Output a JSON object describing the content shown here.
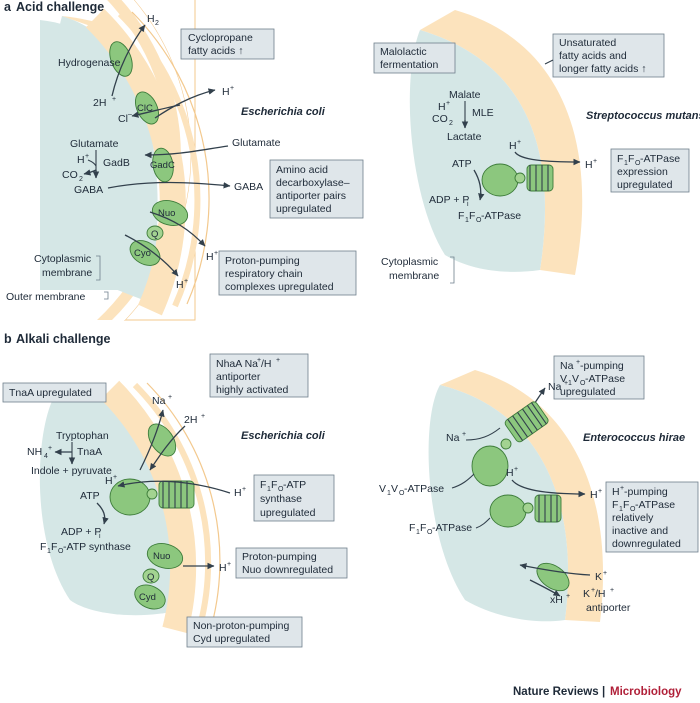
{
  "sections": {
    "acid": {
      "letter": "a",
      "title": "Acid challenge"
    },
    "alkali": {
      "letter": "b",
      "title": "Alkali challenge"
    }
  },
  "organisms": {
    "ecoli": "Escherichia coli",
    "smutans": "Streptococcus mutans",
    "ehirae": "Enterococcus hirae"
  },
  "acid_ecoli": {
    "h2": "H",
    "h2_sub": "2",
    "hydrogenase": "Hydrogenase",
    "two_h": "2H",
    "plus": "+",
    "cl": "Cl",
    "minus": "–",
    "clc": "ClC",
    "hplus": "H",
    "glutamate_in": "Glutamate",
    "glutamate_out": "Glutamate",
    "h_gadb": "H",
    "gadb": "GadB",
    "co2": "CO",
    "co2_sub": "2",
    "gaba_in": "GABA",
    "gaba_out": "GABA",
    "gadc": "GadC",
    "nuo": "Nuo",
    "q": "Q",
    "cyo": "Cyo",
    "h_nuo": "H",
    "h_cyo": "H",
    "cyto_membrane_1": "Cytoplasmic",
    "cyto_membrane_2": "membrane",
    "outer_membrane": "Outer membrane",
    "box_cyclo_1": "Cyclopropane",
    "box_cyclo_2": "fatty acids ↑",
    "box_amino_1": "Amino acid",
    "box_amino_2": "decarboxylase–",
    "box_amino_3": "antiporter pairs",
    "box_amino_4": "upregulated",
    "box_proton_1": "Proton-pumping",
    "box_proton_2": "respiratory chain",
    "box_proton_3": "complexes upregulated"
  },
  "acid_smutans": {
    "box_malo_1": "Malolactic",
    "box_malo_2": "fermentation",
    "box_unsat_1": "Unsaturated",
    "box_unsat_2": "fatty acids and",
    "box_unsat_3": "longer fatty acids ↑",
    "malate": "Malate",
    "h": "H",
    "mle": "MLE",
    "co2": "CO",
    "co2_sub": "2",
    "lactate": "Lactate",
    "atp": "ATP",
    "adp": "ADP + P",
    "pi_sub": "i",
    "h_in": "H",
    "h_out": "H",
    "f1fo": "F",
    "f1fo_sub1": "1",
    "f1fo_mid": "F",
    "f1fo_sub2": "O",
    "f1fo_end": "-ATPase",
    "box_f1_1": "F",
    "box_f1_rest": "-ATPase",
    "box_f1_2": "expression",
    "box_f1_3": "upregulated",
    "cyto_membrane_1": "Cytoplasmic",
    "cyto_membrane_2": "membrane"
  },
  "alkali_ecoli": {
    "box_tnaa": "TnaA upregulated",
    "box_nhaa_1": "NhaA Na",
    "box_nhaa_1b": "/H",
    "box_nhaa_2": "antiporter",
    "box_nhaa_3": "highly activated",
    "na": "Na",
    "two_h": "2H",
    "tryptophan": "Tryptophan",
    "nh4": "NH",
    "nh4_sub": "4",
    "tnaa": "TnaA",
    "indole": "Indole + pyruvate",
    "atp": "ATP",
    "h_in": "H",
    "h_out": "H",
    "adp": "ADP + P",
    "pi_sub": "i",
    "f1fo_synthase": "-ATP synthase",
    "box_f1_1": "-ATP",
    "box_f1_2": "synthase",
    "box_f1_3": "upregulated",
    "nuo": "Nuo",
    "q": "Q",
    "cyd": "Cyd",
    "h_nuo": "H",
    "box_nuo_1": "Proton-pumping",
    "box_nuo_2": "Nuo downregulated",
    "box_cyd_1": "Non-proton-pumping",
    "box_cyd_2": "Cyd upregulated"
  },
  "alkali_ehirae": {
    "box_na_1": "-pumping",
    "box_na_2": "-ATPase",
    "box_na_3": "upregulated",
    "na_in": "Na",
    "na_out": "Na",
    "v1vo_label": "-ATPase",
    "h_in": "H",
    "h_out": "H",
    "f1fo_label": "-ATPase",
    "box_h_1": "-pumping",
    "box_h_2": "-ATPase",
    "box_h_3": "relatively",
    "box_h_4": "inactive and",
    "box_h_5": "downregulated",
    "k": "K",
    "xh": "xH",
    "antiporter_1": "/H",
    "antiporter_2": "antiporter"
  },
  "footer": {
    "journal": "Nature Reviews",
    "sep": " | ",
    "subject": "Microbiology"
  },
  "colors": {
    "membrane": "#fce3bd",
    "cytoplasm": "#d5e7e6",
    "protein": "#8cc77e",
    "box": "#dfe6ea",
    "accent": "#b01f38"
  }
}
